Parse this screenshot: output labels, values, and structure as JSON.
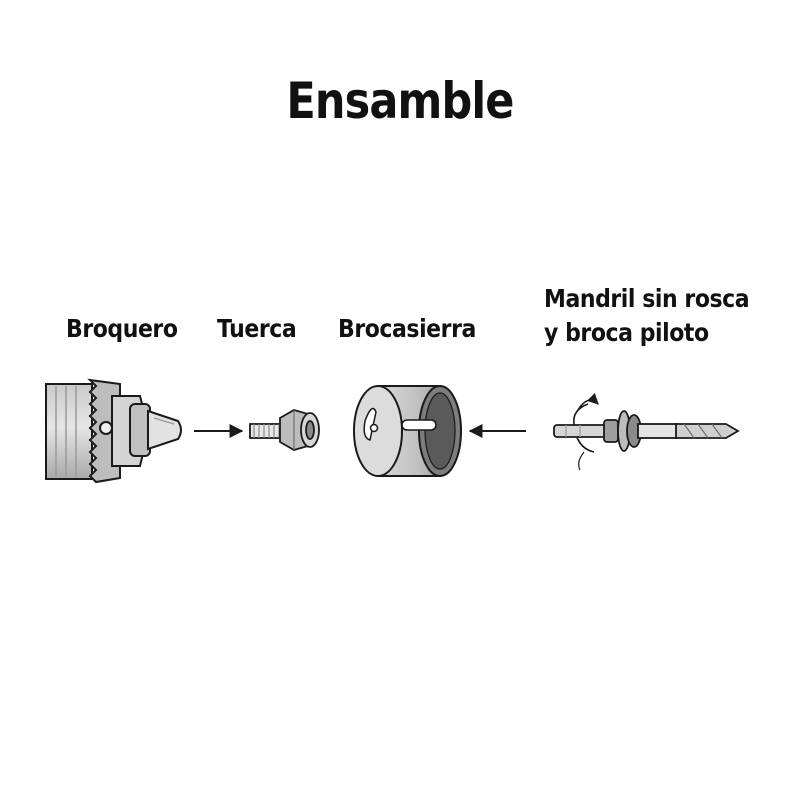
{
  "title": "Ensamble",
  "parts": {
    "broquero": "Broquero",
    "tuerca": "Tuerca",
    "brocasierra": "Brocasierra",
    "mandril_line1": "Mandril sin rosca",
    "mandril_line2": "y broca piloto"
  },
  "colors": {
    "outline": "#1a1a1a",
    "metal_light": "#d9d9d9",
    "metal_mid": "#b5b5b5",
    "metal_dark": "#6e6e6e"
  }
}
